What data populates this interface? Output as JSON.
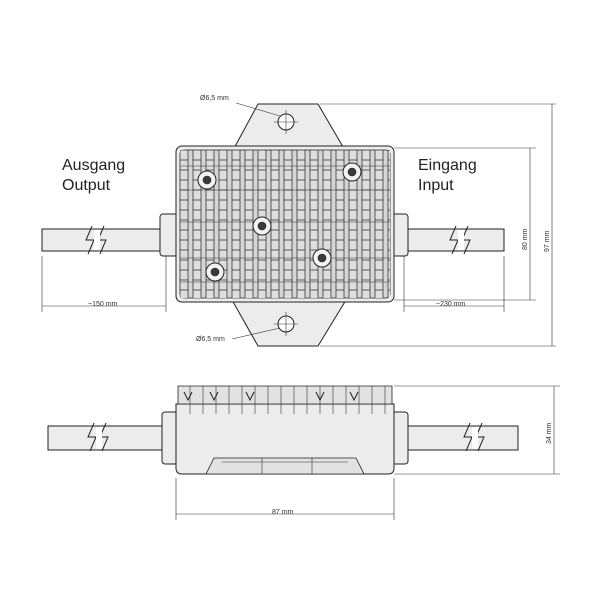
{
  "labels": {
    "output_de": "Ausgang",
    "output_en": "Output",
    "input_de": "Eingang",
    "input_en": "Input"
  },
  "dimensions": {
    "hole_top": "Ø6,5 mm",
    "hole_bottom": "Ø6,5 mm",
    "output_cable": "~150 mm",
    "input_cable": "~230 mm",
    "body_height": "80 mm",
    "total_height": "97 mm",
    "side_height": "34 mm",
    "side_width": "87 mm"
  }
}
